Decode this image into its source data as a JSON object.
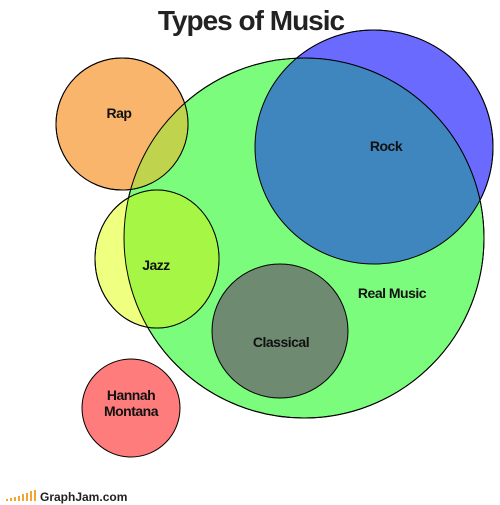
{
  "title": "Types of Music",
  "sets": [
    {
      "id": "rap",
      "label": "Rap",
      "fill": "#f9b56b"
    },
    {
      "id": "jazz",
      "label": "Jazz",
      "fill": "#efff80"
    },
    {
      "id": "hannah",
      "label_lines": [
        "Hannah",
        "Montana"
      ],
      "fill": "#ff7c7c"
    },
    {
      "id": "real-music",
      "label": "Real Music",
      "fill": "#7cfc7c"
    },
    {
      "id": "rock",
      "label": "Rock",
      "fill": "#6a6aff"
    },
    {
      "id": "classical",
      "label": "Classical",
      "fill": "#6e8a70"
    }
  ],
  "overlap_colors": {
    "rap_real": "#c0d34d",
    "jazz_real": "#a6f745",
    "rock_real": "#3f86bf"
  },
  "footer": {
    "brand": "GraphJam.com",
    "brand_color": "#f2a531"
  }
}
